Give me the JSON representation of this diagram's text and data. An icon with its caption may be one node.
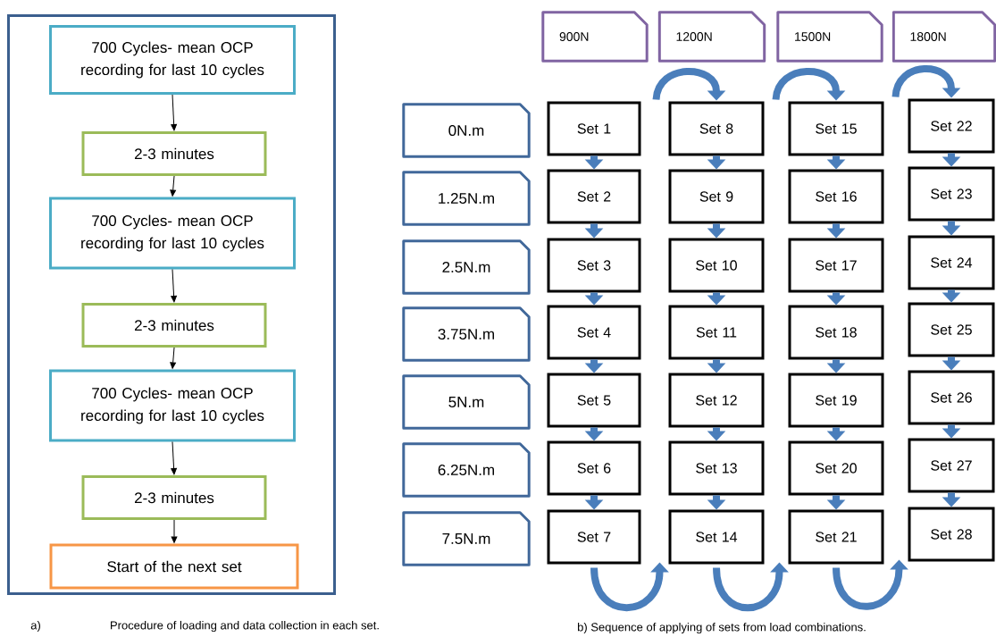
{
  "diagram": {
    "nodes": [
      {
        "text": [],
        "shape": "box"
      },
      {
        "text": [
          "700 Cycles- mean OCP recording for last 10 cycles"
        ],
        "in": 0
      },
      {
        "text": [
          "2-3 minutes"
        ],
        "in": 0
      },
      {
        "text": [
          "700 Cycles- mean OCP recording for last 10 cycles"
        ],
        "in": 0
      },
      {
        "text": [
          "2-3 minutes"
        ],
        "in": 0
      },
      {
        "text": [
          "700 Cycles- mean OCP recording for last 10 cycles"
        ],
        "in": 0
      },
      {
        "text": [
          "2-3 minutes"
        ],
        "in": 0
      },
      {
        "text": [
          "Start of the next set"
        ],
        "in": 0
      },
      {
        "text": [
          "900N"
        ]
      },
      {
        "text": [
          "1200N"
        ]
      },
      {
        "text": [
          "1500N"
        ]
      },
      {
        "text": [
          "1800N"
        ]
      },
      {
        "text": [
          "0N.m"
        ]
      },
      {
        "text": [
          "1.25N.m"
        ]
      },
      {
        "text": [
          "2.5N.m"
        ]
      },
      {
        "text": [
          "3.75N.m"
        ]
      },
      {
        "text": [
          "5N.m"
        ]
      },
      {
        "text": [
          "6.25N.m"
        ]
      },
      {
        "text": [
          "7.5N.m"
        ]
      },
      {
        "text": [
          "Set 1"
        ]
      },
      {
        "text": [
          "Set 2"
        ]
      },
      {
        "text": [
          "Set 3"
        ]
      },
      {
        "text": [
          "Set 4"
        ]
      },
      {
        "text": [
          "Set 5"
        ]
      },
      {
        "text": [
          "Set 6"
        ]
      },
      {
        "text": [
          "Set 7"
        ]
      },
      {
        "text": [
          "Set 8"
        ]
      },
      {
        "text": [
          "Set 9"
        ]
      },
      {
        "text": [
          "Set 10"
        ]
      },
      {
        "text": [
          "Set 11"
        ]
      },
      {
        "text": [
          "Set 12"
        ]
      },
      {
        "text": [
          "Set 13"
        ]
      },
      {
        "text": [
          "Set 14"
        ]
      },
      {
        "text": [
          "Set 15"
        ]
      },
      {
        "text": [
          "Set 16"
        ]
      },
      {
        "text": [
          "Set 17"
        ]
      },
      {
        "text": [
          "Set 18"
        ]
      },
      {
        "text": [
          "Set 19"
        ]
      },
      {
        "text": [
          "Set 20"
        ]
      },
      {
        "text": [
          "Set 21"
        ]
      },
      {
        "text": [
          "Set 22"
        ]
      },
      {
        "text": [
          "Set 23"
        ]
      },
      {
        "text": [
          "Set 24"
        ]
      },
      {
        "text": [
          "Set 25"
        ]
      },
      {
        "text": [
          "Set 26"
        ]
      },
      {
        "text": [
          "Set 27"
        ]
      },
      {
        "text": [
          "Set 28"
        ]
      }
    ],
    "edges": [
      {
        "from": 1,
        "to": 2,
        "arrow": "to",
        "color": "#000000"
      },
      {
        "from": 2,
        "to": 3,
        "arrow": "to",
        "color": "#000000"
      },
      {
        "from": 3,
        "to": 4,
        "arrow": "to",
        "color": "#000000"
      },
      {
        "from": 4,
        "to": 5,
        "arrow": "to",
        "color": "#000000"
      },
      {
        "from": 5,
        "to": 6,
        "arrow": "to",
        "color": "#000000"
      },
      {
        "from": 6,
        "to": 7,
        "arrow": "to",
        "color": "#000000"
      },
      {
        "from": 19,
        "to": 20,
        "arrow": "to"
      },
      {
        "from": 20,
        "to": 21,
        "arrow": "to"
      },
      {
        "from": 21,
        "to": 22,
        "arrow": "to"
      },
      {
        "from": 22,
        "to": 23,
        "arrow": "to"
      },
      {
        "from": 23,
        "to": 24,
        "arrow": "to"
      },
      {
        "from": 24,
        "to": 25,
        "arrow": "to"
      },
      {
        "from": 25,
        "to": 32,
        "arrow": "to"
      },
      {
        "from": null,
        "to": 26,
        "arrow": "to"
      },
      {
        "from": 26,
        "to": 27,
        "arrow": "to"
      },
      {
        "from": 27,
        "to": 28,
        "arrow": "to"
      },
      {
        "from": 28,
        "to": 29,
        "arrow": "to"
      },
      {
        "from": 29,
        "to": 30,
        "arrow": "to"
      },
      {
        "from": 30,
        "to": 31,
        "arrow": "to"
      },
      {
        "from": 31,
        "to": 32,
        "arrow": "to"
      },
      {
        "from": 32,
        "to": 39,
        "arrow": "to"
      },
      {
        "from": null,
        "to": 33,
        "arrow": "to"
      },
      {
        "from": 33,
        "to": 34,
        "arrow": "to"
      },
      {
        "from": 34,
        "to": 35,
        "arrow": "to"
      },
      {
        "from": 35,
        "to": 36,
        "arrow": "to"
      },
      {
        "from": 36,
        "to": 37,
        "arrow": "to"
      },
      {
        "from": 37,
        "to": 38,
        "arrow": "to"
      },
      {
        "from": 38,
        "to": 39,
        "arrow": "to"
      },
      {
        "from": 39,
        "to": 46,
        "arrow": "to"
      },
      {
        "from": null,
        "to": 40,
        "arrow": "to"
      },
      {
        "from": 40,
        "to": 41,
        "arrow": "to"
      },
      {
        "from": 41,
        "to": 42,
        "arrow": "to"
      },
      {
        "from": 42,
        "to": 43,
        "arrow": "to"
      },
      {
        "from": 43,
        "to": 44,
        "arrow": "to"
      },
      {
        "from": 44,
        "to": 45,
        "arrow": "to"
      },
      {
        "from": 45,
        "to": 46,
        "arrow": "to"
      }
    ],
    "labels": [
      "a)",
      "Procedure of loading and data collection in each set.",
      "b) Sequence of applying of sets from load combinations."
    ]
  }
}
